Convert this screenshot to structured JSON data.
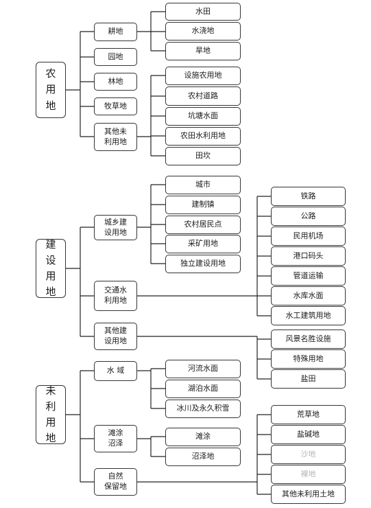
{
  "diagram": {
    "line_color": "#222222",
    "root_groups": [
      {
        "label": "农\n用\n地",
        "categories": [
          {
            "label": "耕地",
            "children": [
              "水田",
              "水浇地",
              "旱地"
            ]
          },
          {
            "label": "园地",
            "children": []
          },
          {
            "label": "林地",
            "children": []
          },
          {
            "label": "牧草地",
            "children": []
          },
          {
            "label": "其他未\n利用地",
            "children": [
              "设施农用地",
              "农村道路",
              "坑塘水面",
              "农田水利用地",
              "田坎"
            ]
          }
        ]
      },
      {
        "label": "建\n设\n用\n地",
        "categories": [
          {
            "label": "城乡建\n设用地",
            "children": [
              "城市",
              "建制镇",
              "农村居民点",
              "采矿用地",
              "独立建设用地"
            ]
          },
          {
            "label": "交通水\n利用地",
            "children": [
              "铁路",
              "公路",
              "民用机场",
              "港口码头",
              "管道运输",
              "水库水面",
              "水工建筑用地"
            ]
          },
          {
            "label": "其他建\n设用地",
            "children": [
              "风景名胜设施",
              "特殊用地",
              "盐田"
            ]
          }
        ]
      },
      {
        "label": "未\n利\n用\n地",
        "categories": [
          {
            "label": "水 域",
            "children": [
              "河流水面",
              "湖泊水面",
              "冰川及永久积雪"
            ]
          },
          {
            "label": "滩涂\n沼泽",
            "children": [
              "滩涂",
              "沼泽地"
            ]
          },
          {
            "label": "自然\n保留地",
            "children": [
              "荒草地",
              "盐碱地",
              "沙地",
              "裸地",
              "其他未利用土地"
            ]
          }
        ]
      }
    ]
  }
}
